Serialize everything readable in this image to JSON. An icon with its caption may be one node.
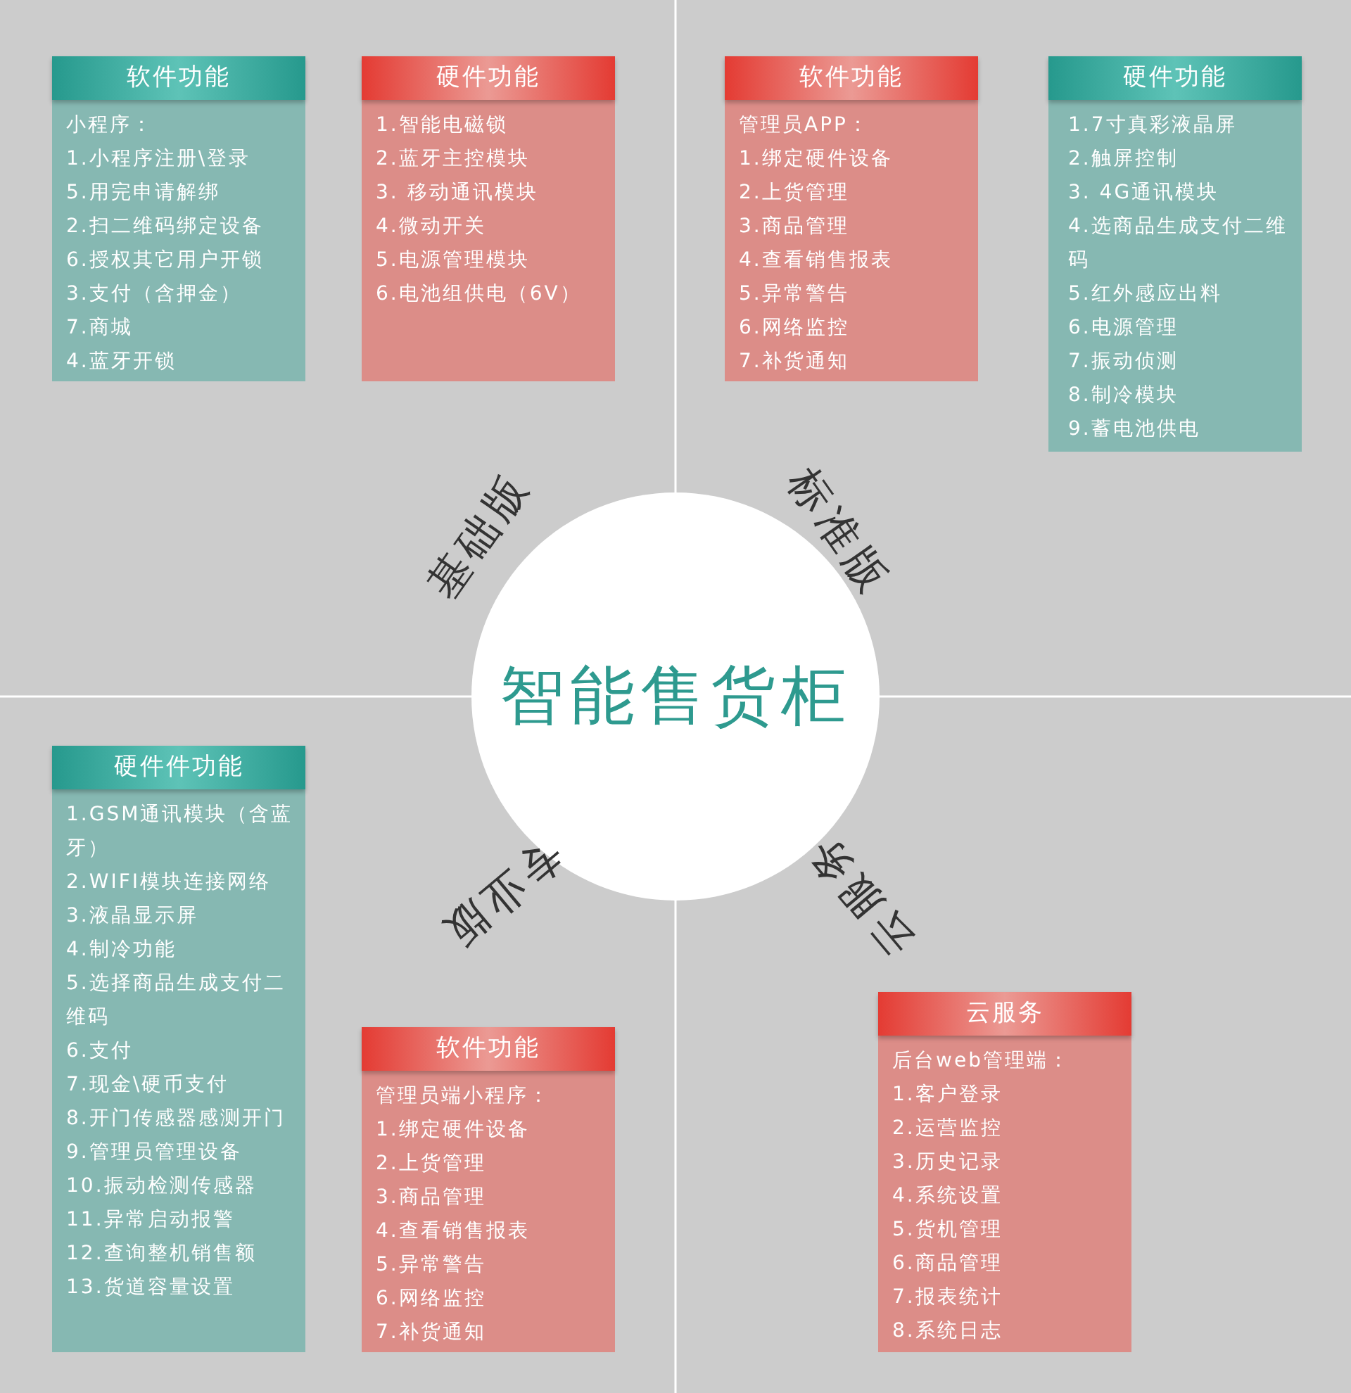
{
  "diagram": {
    "nodes": [
      {
        "text": [
          "软件功能",
          "小程序：",
          "1.小程序注册\\登录",
          "5.用完申请解绑",
          "2.扫二维码绑定设备",
          "6.授权其它用户开锁",
          "3.支付（含押金）",
          "7.商城",
          "4.蓝牙开锁"
        ]
      },
      {
        "text": [
          "硬件功能",
          "1.智能电磁锁",
          "2.蓝牙主控模块",
          "3. 移动通讯模块",
          "4.微动开关",
          "5.电源管理模块",
          "6.电池组供电（6V）"
        ]
      },
      {
        "text": [
          "软件功能",
          "管理员APP：",
          "1.绑定硬件设备",
          "2.上货管理",
          "3.商品管理",
          "4.查看销售报表",
          "5.异常警告",
          "6.网络监控",
          "7.补货通知"
        ]
      },
      {
        "text": [
          "硬件功能",
          "1.7寸真彩液晶屏",
          "2.触屏控制",
          "3. 4G通讯模块",
          "4.选商品生成支付二维码",
          "5.红外感应出料",
          "6.电源管理",
          "7.振动侦测",
          "8.制冷模块",
          "9.蓄电池供电"
        ]
      },
      {
        "text": [
          "智能售货柜"
        ]
      },
      {
        "text": [
          "硬件件功能",
          "1.GSM通讯模块（含蓝牙）",
          "2.WIFI模块连接网络",
          "3.液晶显示屏",
          "4.制冷功能",
          "5.选择商品生成支付二维码",
          "6.支付",
          "7.现金\\硬币支付",
          "8.开门传感器感测开门",
          "9.管理员管理设备",
          "10.振动检测传感器",
          "11.异常启动报警",
          "12.查询整机销售额",
          "13.货道容量设置"
        ]
      },
      {
        "text": [
          "软件功能",
          "管理员端小程序：",
          "1.绑定硬件设备",
          "2.上货管理",
          "3.商品管理",
          "4.查看销售报表",
          "5.异常警告",
          "6.网络监控",
          "7.补货通知"
        ]
      },
      {
        "text": [
          "云服务",
          "后台web管理端：",
          "1.客户登录",
          "2.运营监控",
          "3.历史记录",
          "4.系统设置",
          "5.货机管理",
          "6.商品管理",
          "7.报表统计",
          "8.系统日志"
        ]
      }
    ],
    "edges": [],
    "labels": [
      "基础版",
      "标准版",
      "专业版",
      "云服务"
    ]
  }
}
